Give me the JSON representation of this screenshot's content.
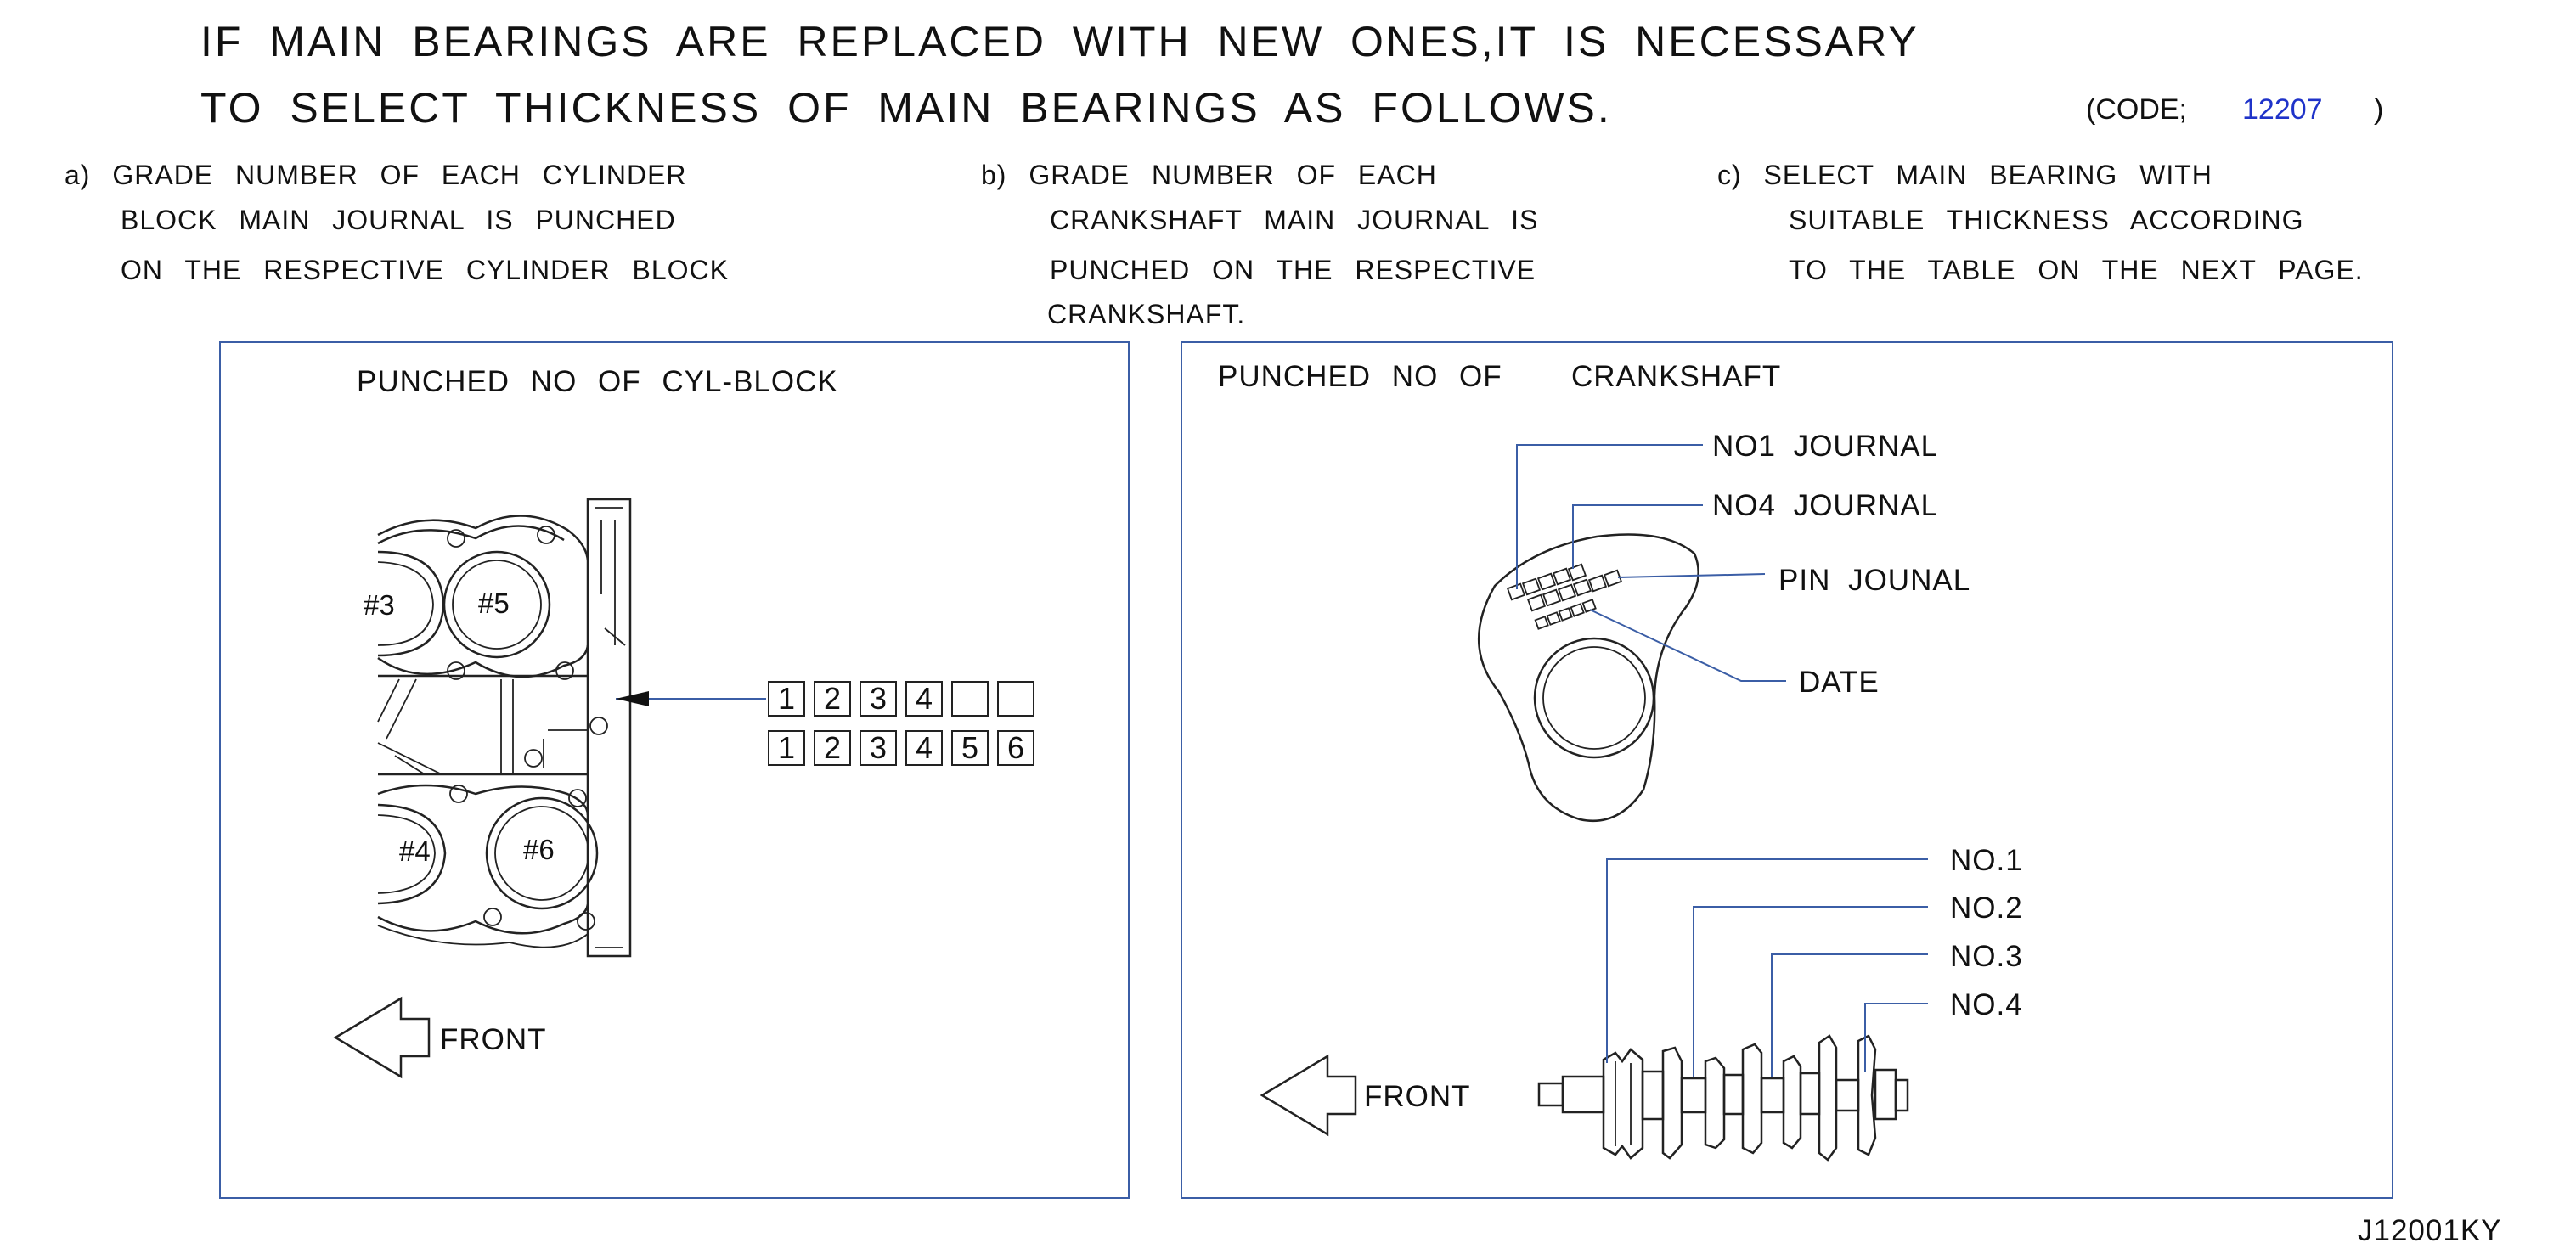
{
  "heading": {
    "line1": "IF MAIN BEARINGS ARE REPLACED WITH NEW ONES,IT IS NECESSARY",
    "line2": "TO SELECT THICKNESS OF MAIN BEARINGS AS FOLLOWS."
  },
  "code": {
    "prefix": "(CODE;",
    "value": "12207",
    "suffix": ")"
  },
  "steps": {
    "a": [
      "a)  GRADE NUMBER OF EACH CYLINDER",
      "BLOCK MAIN JOURNAL IS PUNCHED",
      "ON THE RESPECTIVE CYLINDER BLOCK"
    ],
    "b": [
      "b)  GRADE NUMBER OF EACH",
      "CRANKSHAFT MAIN JOURNAL IS",
      "PUNCHED ON THE RESPECTIVE",
      "CRANKSHAFT."
    ],
    "c": [
      "c)  SELECT MAIN BEARING WITH",
      "SUITABLE THICKNESS ACCORDING",
      "TO THE TABLE ON THE NEXT PAGE."
    ]
  },
  "left_panel": {
    "title": "PUNCHED NO OF CYL-BLOCK",
    "cylinders": [
      "#3",
      "#5",
      "#4",
      "#6"
    ],
    "row1": [
      "1",
      "2",
      "3",
      "4",
      "",
      ""
    ],
    "row2": [
      "1",
      "2",
      "3",
      "4",
      "5",
      "6"
    ],
    "front": "FRONT"
  },
  "right_panel": {
    "title": "PUNCHED NO OF",
    "title2": "CRANKSHAFT",
    "labels": {
      "no1_journal": "NO1 JOURNAL",
      "no4_journal": "NO4 JOURNAL",
      "pin_journal": "PIN JOUNAL",
      "date": "DATE"
    },
    "journals": [
      "NO.1",
      "NO.2",
      "NO.3",
      "NO.4"
    ],
    "front": "FRONT"
  },
  "figure_id": "J12001KY"
}
